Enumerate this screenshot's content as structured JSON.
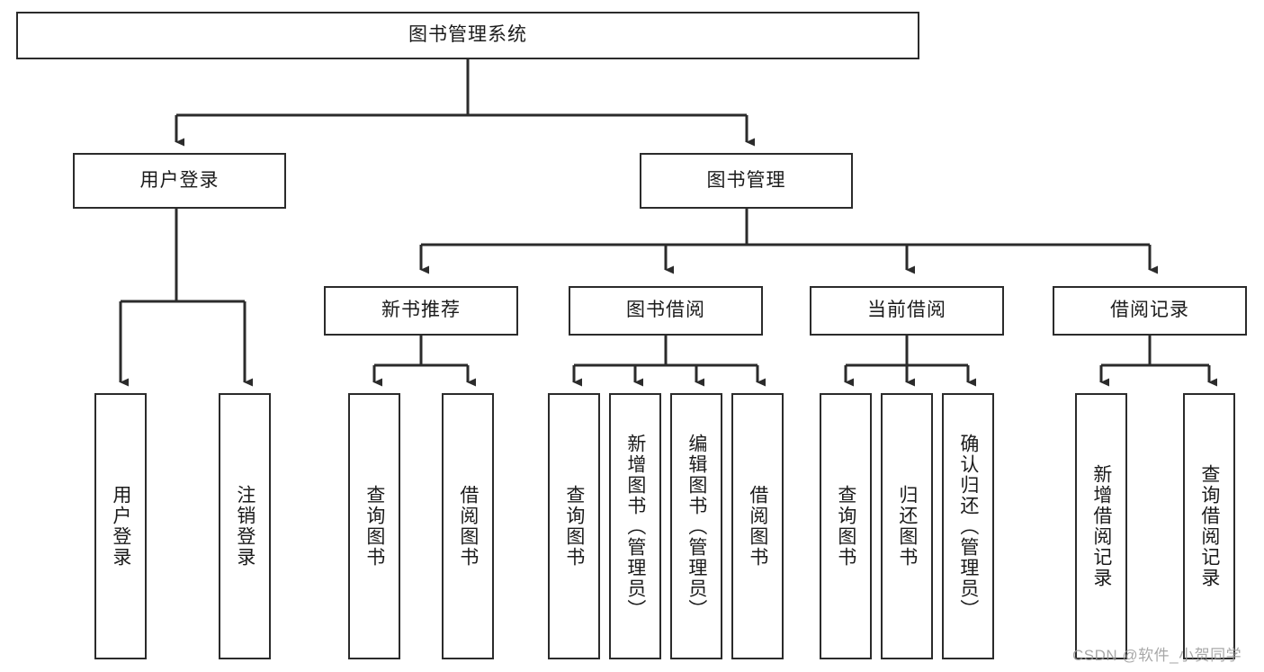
{
  "diagram": {
    "title": "图书管理系统",
    "type": "tree-hierarchy-chart",
    "background_color": "#ffffff",
    "line_color": "#2b2b2b",
    "text_color": "#1b1b1b",
    "nodes": {
      "root": {
        "label": "图书管理系统"
      },
      "level1": [
        {
          "label": "用户登录"
        },
        {
          "label": "图书管理"
        }
      ],
      "level2": [
        {
          "label": "新书推荐"
        },
        {
          "label": "图书借阅"
        },
        {
          "label": "当前借阅"
        },
        {
          "label": "借阅记录"
        }
      ],
      "leaves_user_login": [
        {
          "label": "用户登录"
        },
        {
          "label": "注销登录"
        }
      ],
      "leaves_new_book": [
        {
          "label": "查询图书"
        },
        {
          "label": "借阅图书"
        }
      ],
      "leaves_borrow": [
        {
          "label": "查询图书"
        },
        {
          "label": "新增图书（管理员）"
        },
        {
          "label": "编辑图书（管理员）"
        },
        {
          "label": "借阅图书"
        }
      ],
      "leaves_current": [
        {
          "label": "查询图书"
        },
        {
          "label": "归还图书"
        },
        {
          "label": "确认归还（管理员）"
        }
      ],
      "leaves_record": [
        {
          "label": "新增借阅记录"
        },
        {
          "label": "查询借阅记录"
        }
      ]
    },
    "watermark": "CSDN @软件_小贺同学"
  }
}
